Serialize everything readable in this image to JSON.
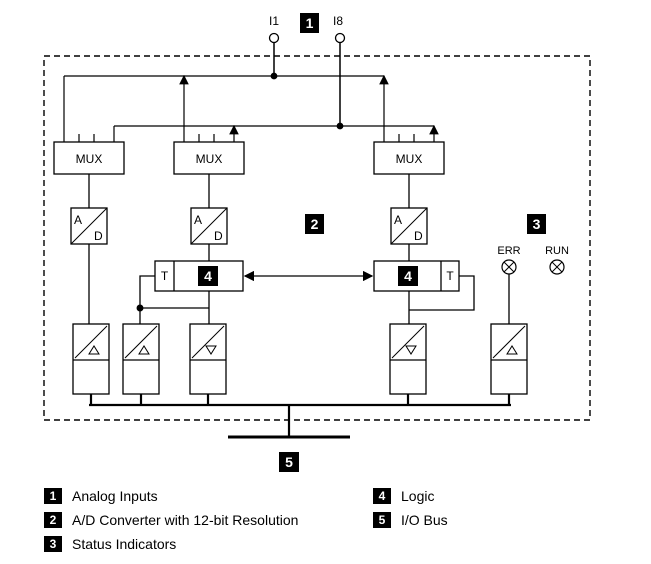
{
  "inputs": {
    "first": "I1",
    "last": "I8"
  },
  "blocks": {
    "mux": "MUX",
    "ad_a": "A",
    "ad_d": "D",
    "logic_t": "T"
  },
  "indicators": {
    "err": "ERR",
    "run": "RUN"
  },
  "badges": {
    "b1": "1",
    "b2": "2",
    "b3": "3",
    "b4": "4",
    "b5": "5"
  },
  "legend": [
    {
      "badge": "1",
      "text": "Analog Inputs"
    },
    {
      "badge": "2",
      "text": "A/D Converter with 12-bit Resolution"
    },
    {
      "badge": "3",
      "text": "Status Indicators"
    },
    {
      "badge": "4",
      "text": "Logic"
    },
    {
      "badge": "5",
      "text": "I/O Bus"
    }
  ]
}
